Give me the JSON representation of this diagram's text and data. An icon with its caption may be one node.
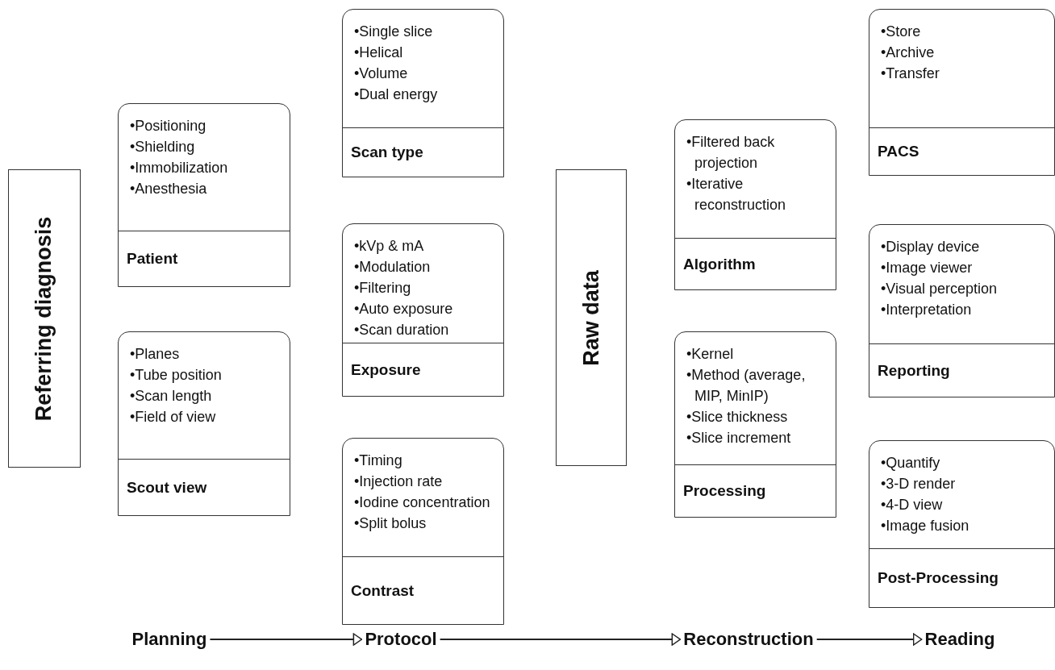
{
  "diagram": {
    "nodes": [
      {
        "text": [
          "Referring diagnosis"
        ]
      },
      {
        "text": [
          "•Positioning",
          "•Shielding",
          "•Immobilization",
          "•Anesthesia",
          "Patient"
        ]
      },
      {
        "text": [
          "•Planes",
          "•Tube position",
          "•Scan length",
          "•Field of view",
          "Scout view"
        ]
      },
      {
        "text": [
          "•Single slice",
          "•Helical",
          "•Volume",
          "•Dual energy",
          "Scan type"
        ]
      },
      {
        "text": [
          "•kVp & mA",
          "•Modulation",
          "•Filtering",
          "•Auto exposure",
          "•Scan duration",
          "Exposure"
        ]
      },
      {
        "text": [
          "•Timing",
          "•Injection rate",
          "•Iodine concentration",
          "•Split bolus",
          "Contrast"
        ]
      },
      {
        "text": [
          "Raw data"
        ]
      },
      {
        "text": [
          "•Filtered back projection",
          "•Iterative reconstruction",
          "Algorithm"
        ]
      },
      {
        "text": [
          "•Kernel",
          "•Method (average, MIP, MinIP)",
          "•Slice thickness",
          "•Slice increment",
          "Processing"
        ]
      },
      {
        "text": [
          "•Store",
          "•Archive",
          "•Transfer",
          "PACS"
        ]
      },
      {
        "text": [
          "•Display device",
          "•Image viewer",
          "•Visual perception",
          "•Interpretation",
          "Reporting"
        ]
      },
      {
        "text": [
          "•Quantify",
          "•3-D render",
          "•4-D view",
          "•Image fusion",
          "Post-Processing"
        ]
      },
      {
        "text": [
          "Planning"
        ]
      },
      {
        "text": [
          "Protocol"
        ]
      },
      {
        "text": [
          "Reconstruction"
        ]
      },
      {
        "text": [
          "Reading"
        ]
      }
    ],
    "edges": [
      {
        "from": 12,
        "to": 13,
        "arrow": "to"
      },
      {
        "from": 13,
        "to": 14,
        "arrow": "to"
      },
      {
        "from": 14,
        "to": 15,
        "arrow": "to"
      }
    ]
  }
}
